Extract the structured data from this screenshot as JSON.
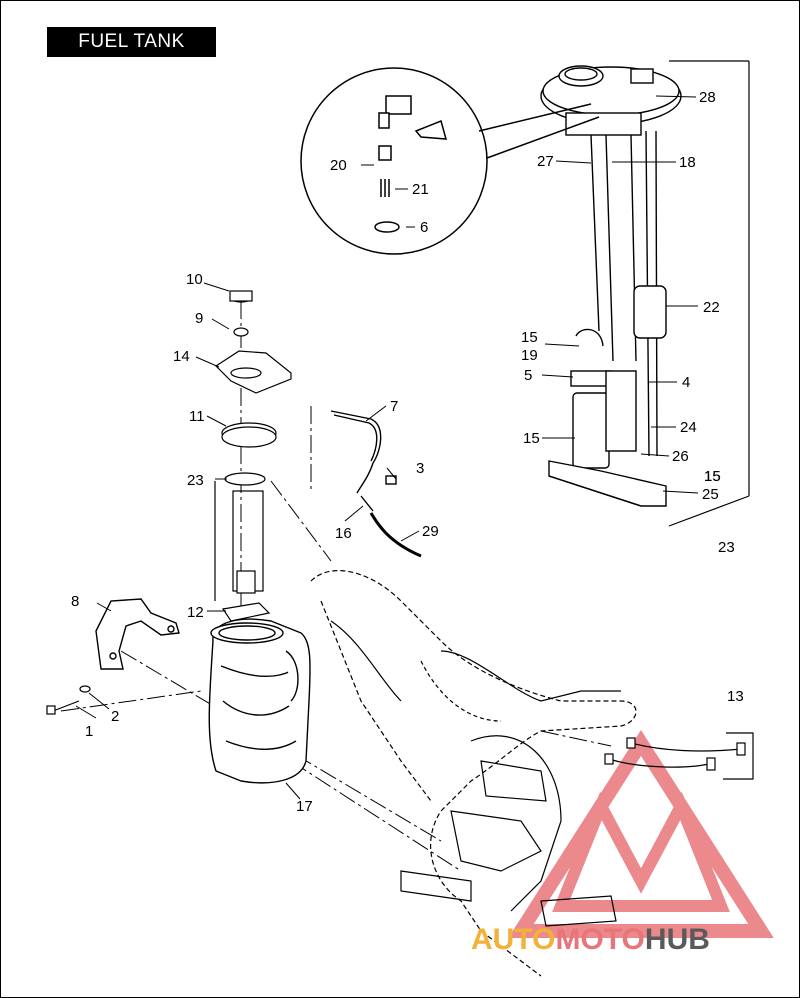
{
  "title": "FUEL TANK",
  "callouts": [
    "1",
    "2",
    "3",
    "4",
    "5",
    "6",
    "7",
    "8",
    "9",
    "10",
    "11",
    "12",
    "13",
    "14",
    "15",
    "15",
    "15",
    "15",
    "16",
    "17",
    "18",
    "19",
    "20",
    "21",
    "22",
    "23",
    "23",
    "24",
    "25",
    "26",
    "27",
    "28",
    "29"
  ],
  "watermark": {
    "part1": "AUTO",
    "part2": "MOTO",
    "part3": "HUB",
    "color_primary": "#e8757a",
    "color_secondary": "#f3b13a",
    "color_dark": "#5a5a5a"
  }
}
